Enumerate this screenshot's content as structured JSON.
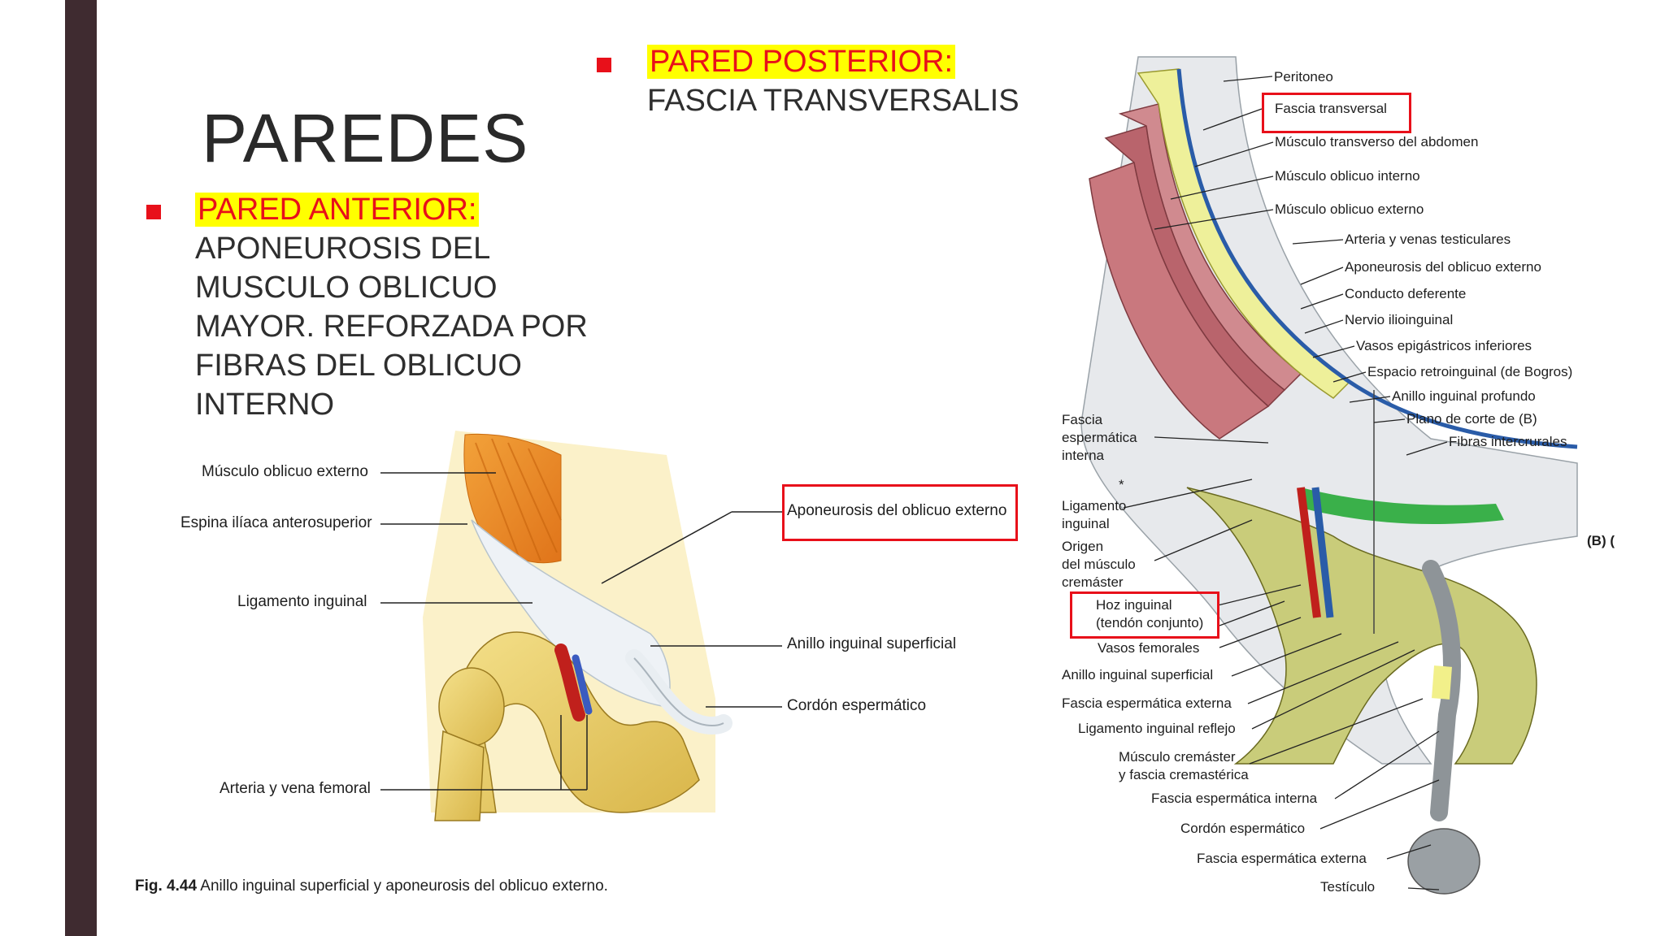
{
  "slide": {
    "title": "PAREDES",
    "anterior": {
      "heading": "PARED ANTERIOR:",
      "lines": [
        "APONEUROSIS DEL",
        "MUSCULO OBLICUO",
        "MAYOR. REFORZADA POR",
        "FIBRAS DEL OBLICUO",
        "INTERNO"
      ]
    },
    "posterior": {
      "heading": "PARED POSTERIOR:",
      "body": "FASCIA TRANSVERSALIS"
    }
  },
  "figure_left": {
    "labels_left": [
      "Músculo oblicuo externo",
      "Espina ilíaca anterosuperior",
      "Ligamento inguinal",
      "Arteria y vena femoral"
    ],
    "labels_right": [
      "Aponeurosis del oblicuo externo",
      "Anillo inguinal superficial",
      "Cordón espermático"
    ],
    "caption_num": "Fig. 4.44",
    "caption_text": "Anillo inguinal superficial y aponeurosis del oblicuo externo."
  },
  "figure_right": {
    "labels_top": [
      "Peritoneo",
      "Fascia transversal",
      "Músculo transverso del abdomen",
      "Músculo oblicuo interno",
      "Músculo oblicuo externo",
      "Arteria y venas testiculares",
      "Aponeurosis del oblicuo externo",
      "Conducto deferente",
      "Nervio ilioinguinal",
      "Vasos epigástricos inferiores",
      "Espacio retroinguinal (de Bogros)",
      "Anillo inguinal profundo",
      "Plano de corte de (B)",
      "Fibras intercrurales"
    ],
    "fascia_esp_interna": [
      "Fascia",
      "espermática",
      "interna"
    ],
    "asterisk": "*",
    "ligamento_inguinal": [
      "Ligamento",
      "inguinal"
    ],
    "origen_cremaster": [
      "Origen",
      "del músculo",
      "cremáster"
    ],
    "hoz": [
      "Hoz inguinal",
      "(tendón conjunto)"
    ],
    "labels_bottom": [
      "Vasos femorales",
      "Anillo inguinal superficial",
      "Fascia espermática externa",
      "Ligamento inguinal reflejo",
      "Músculo cremáster",
      "y fascia cremastérica",
      "Fascia espermática interna",
      "Cordón espermático",
      "Fascia espermática externa",
      "Testículo"
    ],
    "panel_tag": "(B) ("
  },
  "colors": {
    "accent_red": "#e8101a",
    "highlight": "#ffff00",
    "sidebar": "#3f2b30"
  }
}
